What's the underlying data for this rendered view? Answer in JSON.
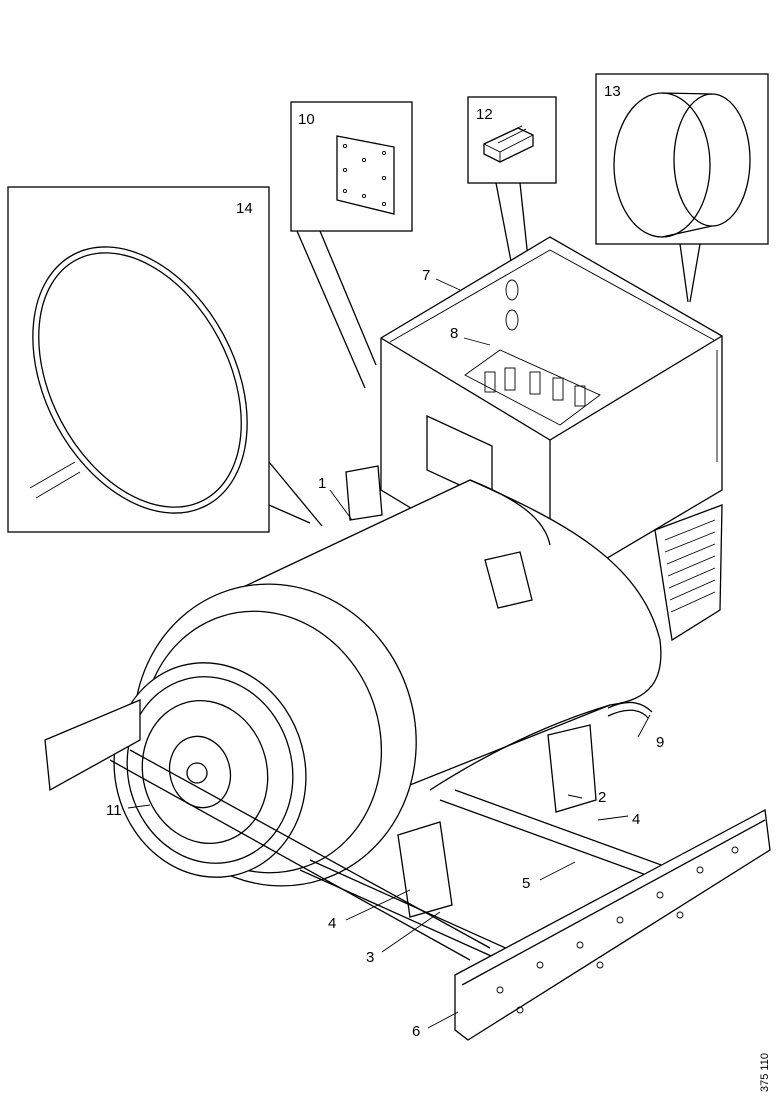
{
  "callouts": {
    "c1": "1",
    "c2": "2",
    "c3": "3",
    "c4a": "4",
    "c4b": "4",
    "c5": "5",
    "c6": "6",
    "c7": "7",
    "c8": "8",
    "c9": "9",
    "c10": "10",
    "c11": "11",
    "c12": "12",
    "c13": "13",
    "c14": "14"
  },
  "drawing_ref": "375 110"
}
